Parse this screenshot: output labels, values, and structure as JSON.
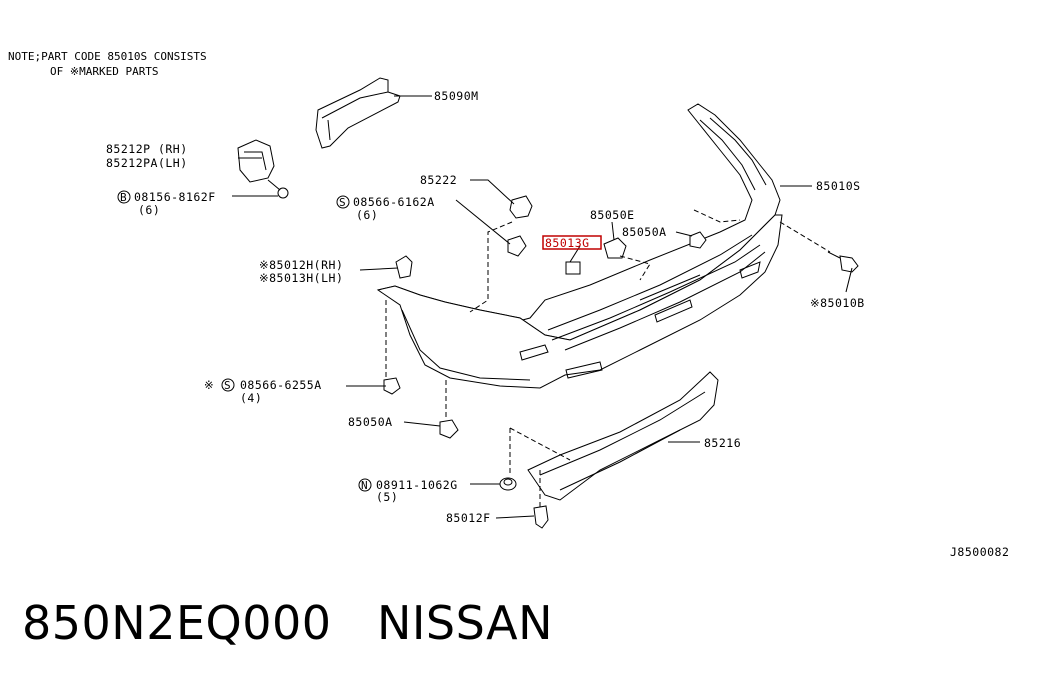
{
  "note": {
    "line1": "NOTE;PART CODE 85010S CONSISTS",
    "line2": "OF ※MARKED PARTS"
  },
  "callouts": {
    "p85090M": "85090M",
    "p85212P": "85212P  (RH)",
    "p85212PA": "85212PA(LH)",
    "b08156": "08156-8162F",
    "b08156_qty": "(6)",
    "p85222": "85222",
    "s08566_6162A": "08566-6162A",
    "s08566_6162A_qty": "(6)",
    "p85050E": "85050E",
    "p85013G": "85013G",
    "p85050A_top": "85050A",
    "p85010S": "85010S",
    "p85012H": "※85012H(RH)",
    "p85013H": "※85013H(LH)",
    "p85010B": "※85010B",
    "s08566_6255A_mark": "※",
    "s08566_6255A": "08566-6255A",
    "s08566_6255A_qty": "(4)",
    "p85050A_bottom": "85050A",
    "p85216": "85216",
    "n08911": "08911-1062G",
    "n08911_qty": "(5)",
    "p85012F": "85012F",
    "prefix_B": "B",
    "prefix_S": "S",
    "prefix_S2": "S",
    "prefix_N": "N"
  },
  "diagram_code": "J8500082",
  "footer": {
    "part_number": "850N2EQ000",
    "brand": "NISSAN"
  },
  "colors": {
    "highlight": "#c00000",
    "ink": "#000000"
  }
}
